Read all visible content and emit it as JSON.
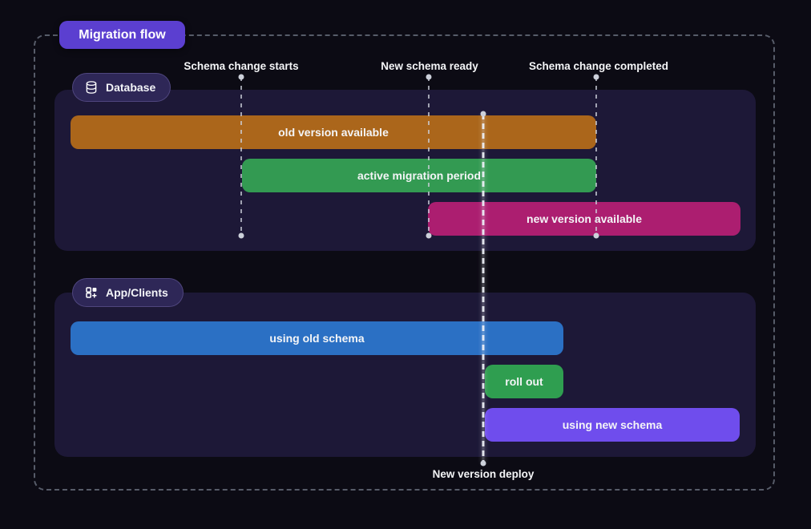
{
  "title_badge": {
    "label": "Migration flow"
  },
  "milestones": [
    {
      "label": "Schema change starts"
    },
    {
      "label": "New schema ready"
    },
    {
      "label": "Schema change completed"
    }
  ],
  "deploy_marker": {
    "label": "New version deploy"
  },
  "sections": [
    {
      "label": "Database",
      "icon": "database-icon",
      "bars": [
        {
          "label": "old version available",
          "color": "#ab661b"
        },
        {
          "label": "active migration period",
          "color": "#339a52"
        },
        {
          "label": "new version available",
          "color": "#ac1e70"
        }
      ]
    },
    {
      "label": "App/Clients",
      "icon": "apps-icon",
      "bars": [
        {
          "label": "using old schema",
          "color": "#2b70c4"
        },
        {
          "label": "roll out",
          "color": "#2f9e50"
        },
        {
          "label": "using new schema",
          "color": "#6f4ded"
        }
      ]
    }
  ],
  "colors": {
    "page_bg": "#0c0b14",
    "frame_border": "#575c69",
    "section_bg": "#1d1837",
    "section_badge_bg": "#2e2757",
    "title_badge_bg": "#5b3fd0",
    "milestone_line": "#ccd0da",
    "deploy_line": "#eceff6",
    "text": "#f4f5f7"
  }
}
